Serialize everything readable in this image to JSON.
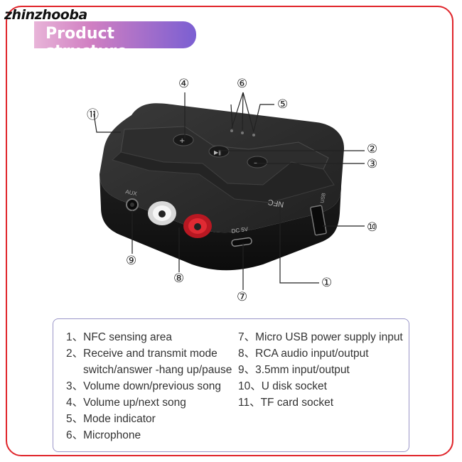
{
  "brand": "zhinzhooba",
  "banner_title": "Product structure",
  "device": {
    "nfc_label": "NFC",
    "aux_label": "AUX",
    "dc_label": "DC 5V",
    "usb_label": "USB"
  },
  "callouts": [
    "①",
    "②",
    "③",
    "④",
    "⑤",
    "⑥",
    "⑦",
    "⑧",
    "⑨",
    "⑩",
    "⑪"
  ],
  "legend": {
    "left": [
      {
        "num": "1、",
        "text": "NFC sensing area"
      },
      {
        "num": "2、",
        "text": "Receive and transmit mode",
        "cont": "switch/answer -hang up/pause"
      },
      {
        "num": "3、",
        "text": "Volume down/previous song"
      },
      {
        "num": "4、",
        "text": "Volume up/next song"
      },
      {
        "num": "5、",
        "text": "Mode indicator"
      },
      {
        "num": "6、",
        "text": "Microphone"
      }
    ],
    "right": [
      {
        "num": "7、",
        "text": "Micro USB power supply input"
      },
      {
        "num": "8、",
        "text": "RCA audio input/output"
      },
      {
        "num": "9、",
        "text": "3.5mm input/output"
      },
      {
        "num": "10、",
        "text": "U disk socket"
      },
      {
        "num": "11、",
        "text": "TF card socket"
      }
    ]
  },
  "colors": {
    "frame": "#e0242a",
    "rca_white": "#f2f2f2",
    "rca_red": "#d4202a",
    "body": "#1c1c1c"
  }
}
